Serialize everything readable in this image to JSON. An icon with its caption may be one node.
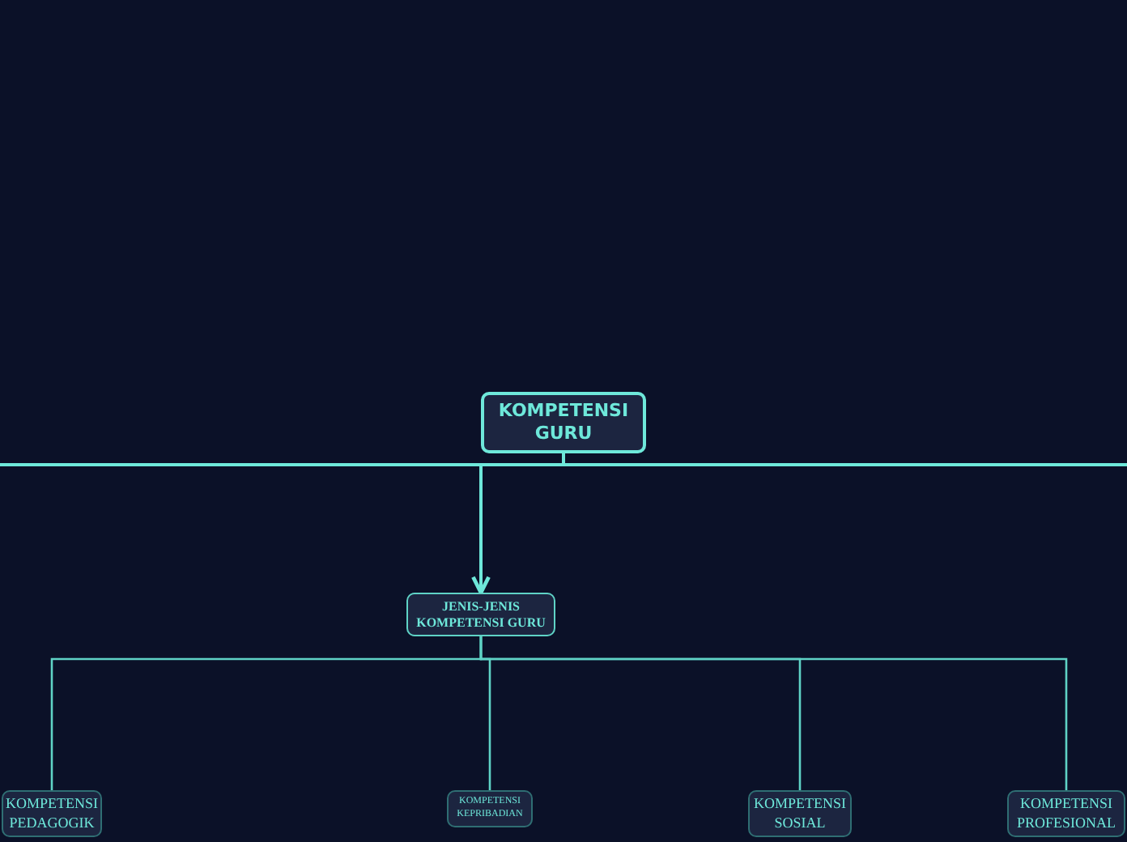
{
  "diagram": {
    "nodes": [
      {
        "text": [
          "KOMPETENSI GURU"
        ]
      },
      {
        "text": [
          "JENIS-JENIS KOMPETENSI GURU"
        ]
      },
      {
        "text": [
          "KOMPETENSI PEDAGOGIK"
        ]
      },
      {
        "text": [
          "KOMPETENSI KEPRIBADIAN"
        ]
      },
      {
        "text": [
          "KOMPETENSI SOSIAL"
        ]
      },
      {
        "text": [
          "KOMPETENSI PROFESIONAL"
        ]
      }
    ],
    "edges": [
      {
        "from": 0,
        "to": null,
        "arrow": "none"
      },
      {
        "from": 0,
        "to": null,
        "arrow": "none"
      },
      {
        "from": 0,
        "to": 1,
        "arrow": "to"
      },
      {
        "from": 1,
        "to": 2,
        "arrow": "none"
      },
      {
        "from": 1,
        "to": 3,
        "arrow": "none"
      },
      {
        "from": 1,
        "to": 4,
        "arrow": "none"
      },
      {
        "from": 1,
        "to": 5,
        "arrow": "none"
      }
    ]
  }
}
